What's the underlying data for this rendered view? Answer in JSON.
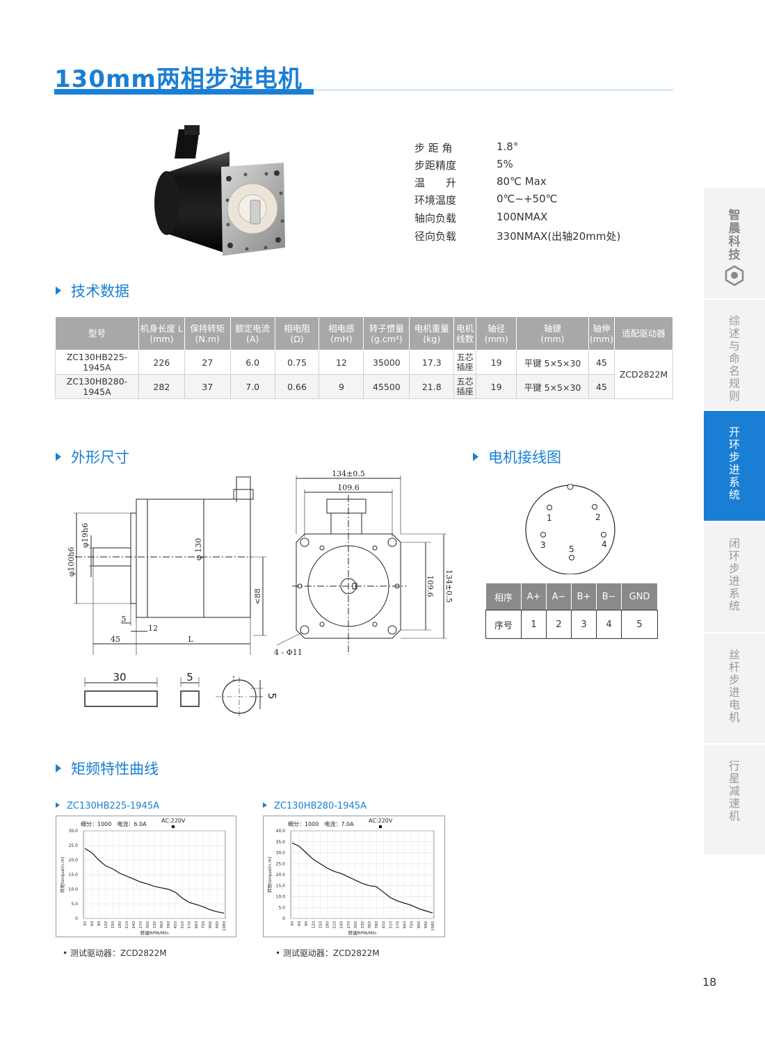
{
  "title": "130mm两相步进电机",
  "specs": [
    {
      "key": "步 距 角",
      "value": "1.8°"
    },
    {
      "key": "步距精度",
      "value": "5%"
    },
    {
      "key": "温　　升",
      "value": "80℃ Max"
    },
    {
      "key": "环境温度",
      "value": "0℃~+50℃"
    },
    {
      "key": "轴向负载",
      "value": "100NMAX"
    },
    {
      "key": "径向负载",
      "value": "330NMAX(出轴20mm处)"
    }
  ],
  "sections": {
    "tech": "技术数据",
    "outline": "外形尺寸",
    "wiring": "电机接线图",
    "torque": "矩频特性曲线"
  },
  "tech_table": {
    "headers": [
      [
        "型号",
        ""
      ],
      [
        "机身长度 L",
        "(mm)"
      ],
      [
        "保持转矩",
        "(N.m)"
      ],
      [
        "额定电流",
        "(A)"
      ],
      [
        "相电阻",
        "(Ω)"
      ],
      [
        "相电感",
        "(mH)"
      ],
      [
        "转子惯量",
        "(g.cm²)"
      ],
      [
        "电机重量",
        "(kg)"
      ],
      [
        "电机",
        "线数"
      ],
      [
        "轴径",
        "(mm)"
      ],
      [
        "轴键",
        "(mm)"
      ],
      [
        "轴伸",
        "(mm)"
      ],
      [
        "适配驱动器",
        ""
      ]
    ],
    "rows": [
      [
        "ZC130HB225-1945A",
        "226",
        "27",
        "6.0",
        "0.75",
        "12",
        "35000",
        "17.3",
        "五芯插座",
        "19",
        "平键 5×5×30",
        "45"
      ],
      [
        "ZC130HB280-1945A",
        "282",
        "37",
        "7.0",
        "0.66",
        "9",
        "45500",
        "21.8",
        "五芯插座",
        "19",
        "平键 5×5×30",
        "45"
      ]
    ],
    "driver": "ZCD2822M"
  },
  "outline_dims": {
    "d100": "φ100h6",
    "d19": "φ19h6",
    "d130": "φ 130",
    "d88": "<88",
    "w5": "5",
    "w12": "12",
    "w45": "45",
    "wL": "L",
    "d134w": "134±0.5",
    "d1096w": "109.6",
    "d1096h": "109.6",
    "d134h": "134±0.5",
    "holes": "4 - Φ11",
    "key30": "30",
    "key5": "5",
    "keyh5": "5"
  },
  "pin_labels": [
    "1",
    "2",
    "3",
    "4",
    "5"
  ],
  "wiring_table": {
    "headers": [
      "相序",
      "A+",
      "A−",
      "B+",
      "B−",
      "GND"
    ],
    "row": [
      "序号",
      "1",
      "2",
      "3",
      "4",
      "5"
    ]
  },
  "sidebar": [
    {
      "label": "综述与命名规则",
      "active": false
    },
    {
      "label": "开环步进系统",
      "active": true
    },
    {
      "label": "闭环步进系统",
      "active": false
    },
    {
      "label": "丝杆步进电机",
      "active": false
    },
    {
      "label": "行星减速机",
      "active": false
    }
  ],
  "brand": "智晨科技",
  "page_number": "18",
  "chart_data": [
    {
      "type": "line",
      "caption": "ZC130HB225-1945A",
      "info": "细分：1000　电流：6.0A",
      "legend": "AC:220V",
      "ylabel": "转矩torque(n.m)",
      "xlabel": "转速RPM/Min",
      "ylim": [
        0,
        30
      ],
      "yticks": [
        "0",
        "5.0",
        "10.0",
        "15.0",
        "20.0",
        "25.0",
        "30.0"
      ],
      "x": [
        "30",
        "60",
        "90",
        "120",
        "150",
        "180",
        "210",
        "240",
        "270",
        "300",
        "330",
        "360",
        "390",
        "450",
        "510",
        "570",
        "660",
        "750",
        "900",
        "990",
        "1080"
      ],
      "values": [
        24,
        22.5,
        20,
        18,
        17,
        15.5,
        14.5,
        13.5,
        12.5,
        11.8,
        11,
        10.5,
        10,
        9,
        7,
        5.5,
        4.8,
        4,
        3,
        2.3,
        1.8
      ],
      "note": "• 测试驱动器：ZCD2822M"
    },
    {
      "type": "line",
      "caption": "ZC130HB280-1945A",
      "info": "细分：1000　电流：7.0A",
      "legend": "AC:220V",
      "ylabel": "转矩torque(n.m)",
      "xlabel": "转速RPM/Min",
      "ylim": [
        0,
        40
      ],
      "yticks": [
        "0",
        "5.0",
        "10.0",
        "15.0",
        "20.0",
        "25.0",
        "30.0",
        "35.0",
        "40.0"
      ],
      "x": [
        "30",
        "60",
        "90",
        "120",
        "150",
        "180",
        "210",
        "240",
        "270",
        "300",
        "330",
        "360",
        "390",
        "450",
        "510",
        "570",
        "660",
        "750",
        "900",
        "990",
        "1080"
      ],
      "values": [
        34.5,
        33,
        30,
        27,
        25,
        23,
        21.5,
        20.5,
        19,
        17.5,
        16,
        15,
        14.5,
        12,
        9.5,
        8,
        7,
        6,
        4.5,
        3.5,
        2.5
      ],
      "note": "• 测试驱动器：ZCD2822M"
    }
  ]
}
